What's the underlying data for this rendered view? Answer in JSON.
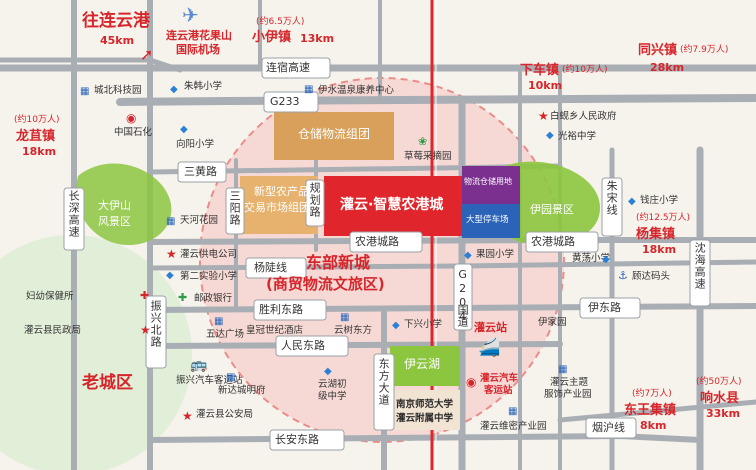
{
  "colors": {
    "background": "#f6f2ec",
    "road": "#9aa0a6",
    "road_casing": "#7e848a",
    "city_red": "#e0262c",
    "district_circle": "#f3b8b6",
    "circle_stroke": "#e23b3b",
    "green": "#8cc63f",
    "brown_block": "#d8a05a",
    "purple": "#7b2f8e",
    "blue": "#2a63b8"
  },
  "destinations": [
    {
      "id": "lianyungang",
      "name": "往连云港",
      "dist": "45km"
    },
    {
      "id": "xiaoyi",
      "name": "小伊镇",
      "pop": "(约6.5万人)",
      "dist": "13km"
    },
    {
      "id": "tongxing",
      "name": "同兴镇",
      "pop": "(约7.9万人)",
      "dist": "28km"
    },
    {
      "id": "xiache",
      "name": "下车镇",
      "pop": "(约10万人)",
      "dist": "10km"
    },
    {
      "id": "longju",
      "name": "龙苴镇",
      "pop": "(约10万人)",
      "dist": "18km"
    },
    {
      "id": "yangji",
      "name": "杨集镇",
      "pop": "(约12.5万人)",
      "dist": "18km"
    },
    {
      "id": "dongwangji",
      "name": "东王集镇",
      "pop": "(约7万人)",
      "dist": "8km"
    },
    {
      "id": "xiangshui",
      "name": "响水县",
      "pop": "(约50万人)",
      "dist": "33km"
    }
  ],
  "airport": {
    "line1": "连云港花果山",
    "line2": "国际机场"
  },
  "roads": {
    "lianxiu": "连宿高速",
    "g233": "G233",
    "sanhuang": "三黄路",
    "sanyang": "三阳路",
    "guihua": "规划路",
    "nonggang_w": "农港城路",
    "nonggang_e": "农港城路",
    "yangtang": "杨陡线",
    "g204_1": "G204",
    "g204_2": "国道",
    "shengli": "胜利东路",
    "renmin": "人民东路",
    "dongfang": "东方大道",
    "changan": "长安东路",
    "yandong": "伊东路",
    "yanhu": "烟沪线",
    "zhenxing": "振兴北路",
    "changshen": "长深高速",
    "zhusong": "朱宋线",
    "shenhai": "沈海高速"
  },
  "zones": {
    "warehouse": "仓储物流组团",
    "farm_market_1": "新型农产品",
    "farm_market_2": "交易市场组团",
    "smart_port": "灌云·智慧农港城",
    "logistics_small": "物流仓储用地",
    "parking": "大型停车场",
    "yiyuan": "伊园景区",
    "yishan_1": "大伊山",
    "yishan_2": "风景区",
    "yiyunhu": "伊云湖",
    "old_town": "老城区",
    "east_new_1": "东部新城",
    "east_new_2": "(商贸物流文旅区)"
  },
  "pois": {
    "chengbei": "城北科技园",
    "zhuhan": "朱韩小学",
    "yishui": "伊水温泉康养中心",
    "sinopec": "中国石化",
    "xiangyang": "向阳小学",
    "caomei": "草莓采摘园",
    "tianhe": "天河花园",
    "baihe": "白蚬乡人民政府",
    "guangyu": "光裕中学",
    "qianzhuang": "钱庄小学",
    "gongdian": "灌云供电公司",
    "dier": "第二实验小学",
    "youzheng": "邮政银行",
    "guoyuan": "果园小学",
    "huangzhuang": "黄荡小学",
    "guda": "顾达码头",
    "fuyou": "妇幼保健所",
    "renzhengfu": "灌云县民政局",
    "wuda": "五达广场",
    "huangguan": "皇冠世纪酒店",
    "yunshu": "云树东方",
    "xiaxing": "下兴小学",
    "guanyun_station": "灌云站",
    "jiayuan": "伊家园",
    "bus_station": "振兴汽车客运站",
    "xinchenglin": "新达城明府",
    "yunhu_chu_1": "云湖初",
    "yunhu_chu_2": "级中学",
    "njnu_1": "南京师范大学",
    "njnu_2": "灌云附属中学",
    "bus_station_2a": "灌云汽车",
    "bus_station_2b": "客运站",
    "theme_1": "灌云主题",
    "theme_2": "服饰产业园",
    "police": "灌云县公安局",
    "gongyuan": "灌云维密产业园"
  }
}
